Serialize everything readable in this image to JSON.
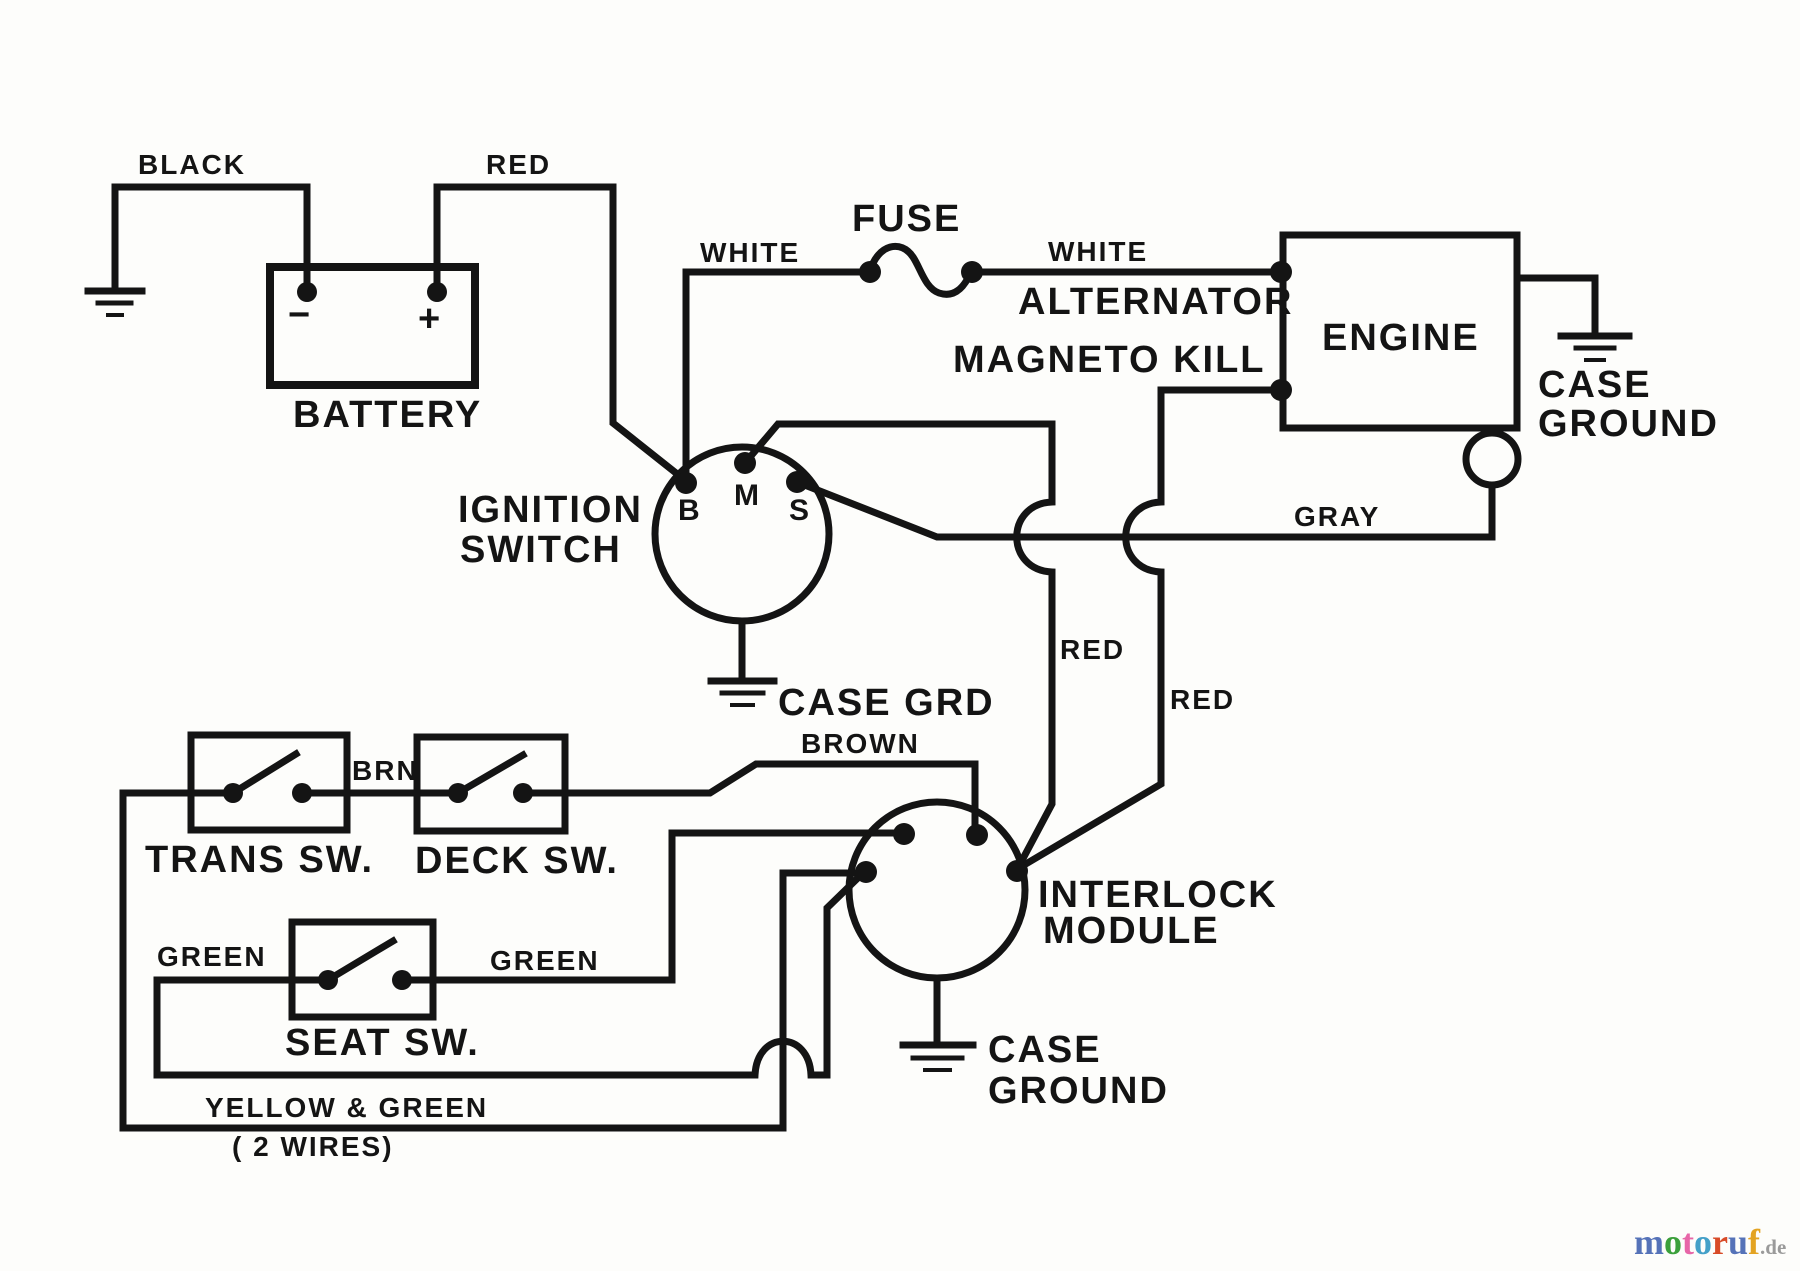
{
  "canvas": {
    "background": "#fdfdfb",
    "ink": "#141414"
  },
  "battery": {
    "label": "BATTERY",
    "minus_sign": "−",
    "plus_sign": "+"
  },
  "fuse": {
    "label": "FUSE"
  },
  "engine": {
    "label": "ENGINE",
    "alternator_label": "ALTERNATOR",
    "magneto_kill_label": "MAGNETO KILL",
    "case_ground_line1": "CASE",
    "case_ground_line2": "GROUND"
  },
  "ignition_switch": {
    "label_line1": "IGNITION",
    "label_line2": "SWITCH",
    "terminal_b": "B",
    "terminal_m": "M",
    "terminal_s": "S",
    "ground_label": "CASE GRD"
  },
  "interlock_module": {
    "label_line1": "INTERLOCK",
    "label_line2": "MODULE",
    "ground_line1": "CASE",
    "ground_line2": "GROUND"
  },
  "switches": {
    "trans": "TRANS SW.",
    "deck": "DECK SW.",
    "seat": "SEAT SW."
  },
  "wire_labels": {
    "black": "BLACK",
    "red_battery": "RED",
    "white_left": "WHITE",
    "white_right": "WHITE",
    "gray": "GRAY",
    "red_ignition": "RED",
    "red_magneto": "RED",
    "brn": "BRN",
    "brown": "BROWN",
    "green_left": "GREEN",
    "green_right": "GREEN",
    "yellow_green": "YELLOW & GREEN",
    "two_wires": "( 2 WIRES)"
  },
  "watermark": {
    "letters": [
      {
        "ch": "m",
        "style": "color:#5572b8"
      },
      {
        "ch": "o",
        "style": "color:#3ba03b"
      },
      {
        "ch": "t",
        "style": "color:#e766a8"
      },
      {
        "ch": "o",
        "style": "color:#44a0c8"
      },
      {
        "ch": "r",
        "style": "color:#d84b28"
      },
      {
        "ch": "u",
        "style": "color:#5572b8"
      },
      {
        "ch": "f",
        "style": "color:#e3a322"
      }
    ],
    "suffix": ".de",
    "suffix_style": "color:#9a9a9a"
  }
}
